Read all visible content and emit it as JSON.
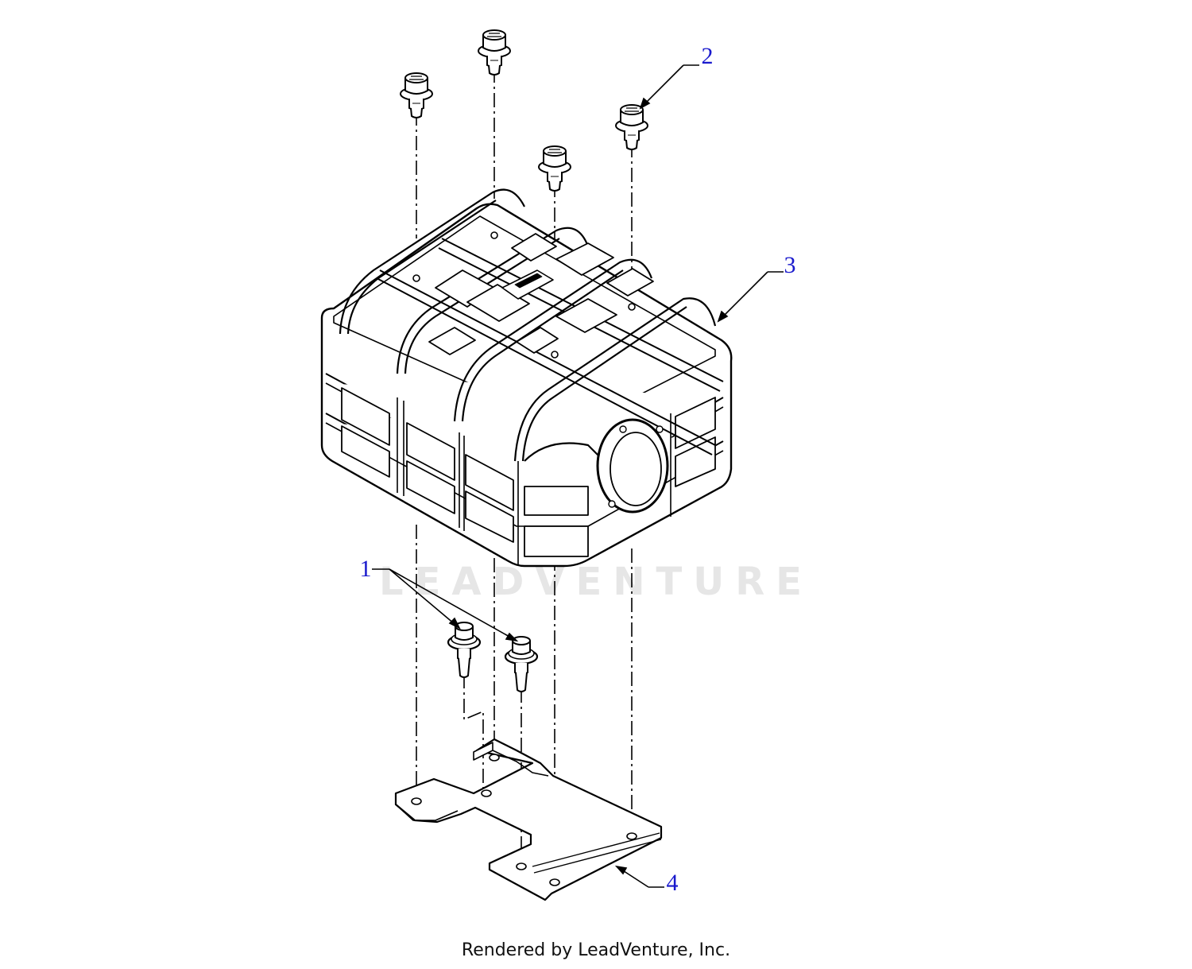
{
  "diagram": {
    "callouts": [
      "1",
      "2",
      "3",
      "4"
    ],
    "watermark": "LEADVENTURE",
    "footer": "Rendered by LeadVenture, Inc."
  },
  "colors": {
    "callout": "#1a1acd",
    "line": "#000000",
    "watermark": "#e6e6e6"
  }
}
